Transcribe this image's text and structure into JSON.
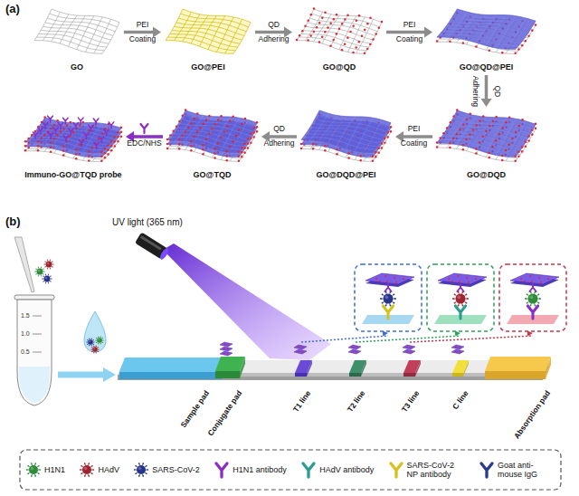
{
  "diagram": {
    "nodes": [
      {
        "text": [
          "GO"
        ]
      },
      {
        "text": [
          "GO@PEI"
        ]
      },
      {
        "text": [
          "GO@QD"
        ]
      },
      {
        "text": [
          "GO@QD@PEI"
        ]
      },
      {
        "text": [
          "GO@DQD"
        ]
      },
      {
        "text": [
          "GO@DQD@PEI"
        ]
      },
      {
        "text": [
          "GO@TQD"
        ]
      },
      {
        "text": [
          "Immuno-GO@TQD probe"
        ]
      }
    ],
    "edges": [
      {
        "from": 0,
        "to": 1,
        "arrow": "to",
        "label": "PEI"
      },
      {
        "from": 1,
        "to": 2,
        "arrow": "to",
        "label": "QD"
      },
      {
        "from": 2,
        "to": 3,
        "arrow": "to",
        "label": "PEI"
      },
      {
        "from": 3,
        "to": 4,
        "arrow": "to",
        "label": "QD"
      },
      {
        "from": 4,
        "to": 5,
        "arrow": "to",
        "label": "PEI"
      },
      {
        "from": 5,
        "to": 6,
        "arrow": "to",
        "label": "QD"
      },
      {
        "from": 6,
        "to": 7,
        "arrow": "to",
        "label": "EDC/NHS"
      }
    ],
    "labels": [
      "(a)",
      "Coating",
      "Adhering",
      "Coating",
      "Adhering",
      "Coating",
      "Adhering",
      "(b)",
      "UV light (365 nm)",
      "1.5",
      "1.0",
      "0.5",
      "Sample pad",
      "Conjugate pad",
      "T1 line",
      "T2 line",
      "T3 line",
      "C line",
      "Absorption pad"
    ],
    "legend": [
      {
        "text": "H1N1"
      },
      {
        "text": "HAdV"
      },
      {
        "text": "SARS-CoV-2"
      },
      {
        "text": "H1N1 antibody"
      },
      {
        "text": "HAdV antibody"
      },
      {
        "text": "SARS-CoV-2 NP antibody"
      },
      {
        "text": "Goat anti-mouse IgG"
      }
    ]
  }
}
